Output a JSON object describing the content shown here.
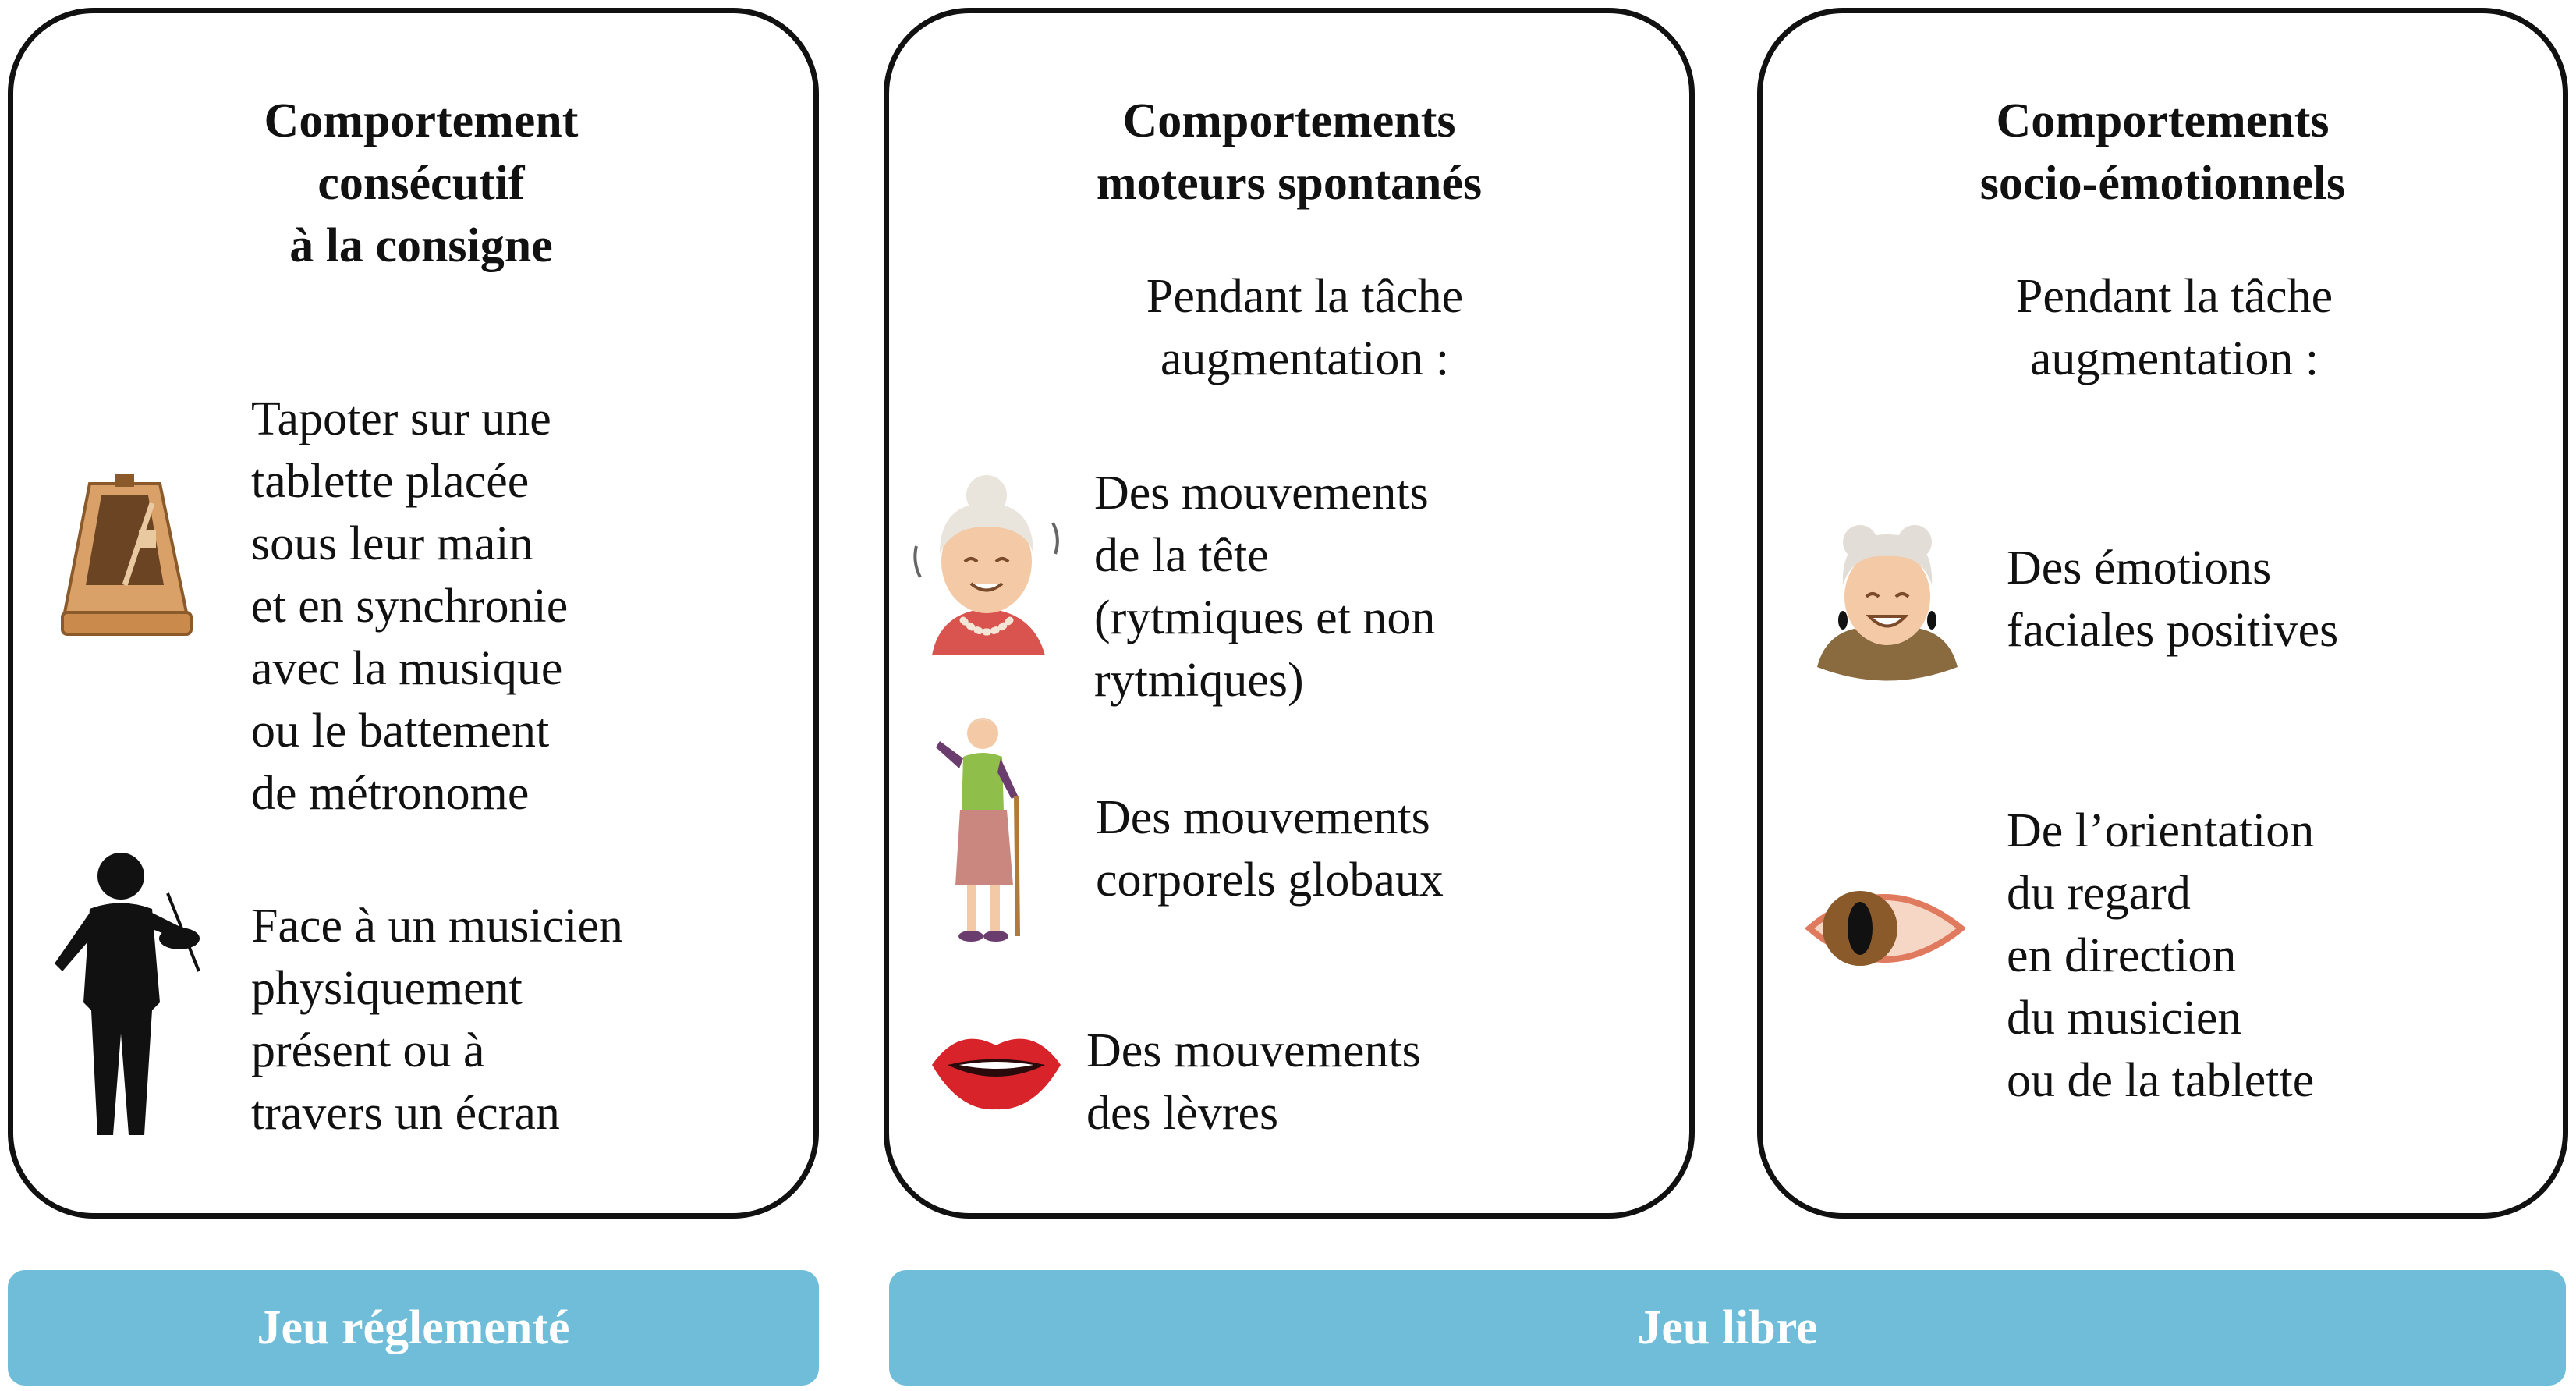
{
  "columns": [
    {
      "title": "Comportement\nconsécutif\nà la consigne",
      "items": [
        {
          "icon": "metronome-icon",
          "text": "Tapoter sur une\ntablette placée\nsous leur main\net en synchronie\navec la musique\nou le battement\nde métronome"
        },
        {
          "icon": "violinist-icon",
          "text": "Face à un musicien\nphysiquement\nprésent ou à\ntravers un écran"
        }
      ]
    },
    {
      "title": "Comportements\nmoteurs spontanés",
      "subtitle": "Pendant la tâche\naugmentation :",
      "items": [
        {
          "icon": "elderly-woman-head-icon",
          "text": "Des mouvements\nde la tête\n(rytmiques et non\nrytmiques)"
        },
        {
          "icon": "elderly-woman-cane-icon",
          "text": "Des mouvements\ncorporels globaux"
        },
        {
          "icon": "lips-icon",
          "text": "Des mouvements\ndes lèvres"
        }
      ]
    },
    {
      "title": "Comportements\nsocio-émotionnels",
      "subtitle": "Pendant la tâche\naugmentation :",
      "items": [
        {
          "icon": "smiling-face-icon",
          "text": "Des émotions\nfaciales positives"
        },
        {
          "icon": "eye-icon",
          "text": "De l’orientation\ndu regard\nen direction\ndu musicien\nou de la tablette"
        }
      ]
    }
  ],
  "bars": {
    "left": "Jeu réglementé",
    "right": "Jeu libre"
  },
  "colors": {
    "bar": "#6fbdd8",
    "border": "#111111"
  }
}
